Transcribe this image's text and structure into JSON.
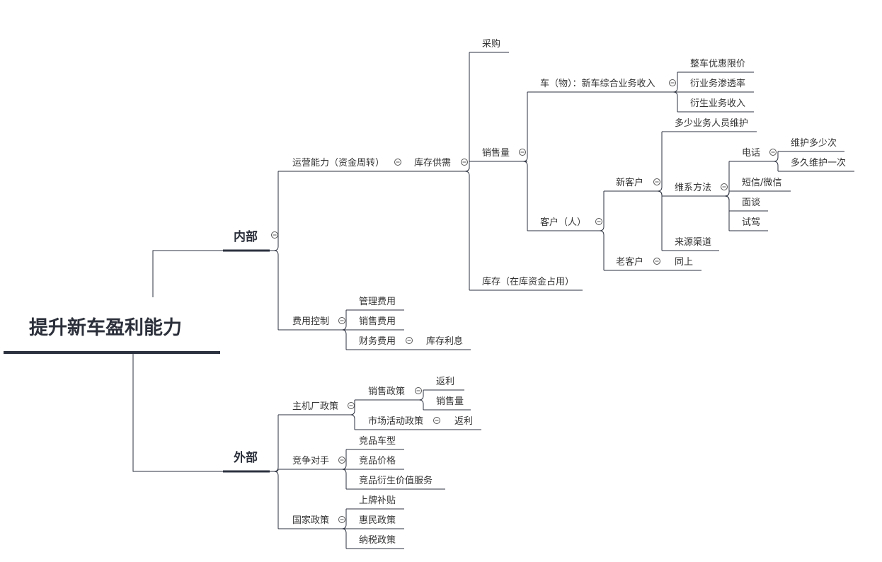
{
  "mindmap": {
    "root": {
      "id": "root",
      "text": "提升新车盈利能力",
      "children": [
        {
          "id": "internal",
          "text": "内部",
          "collapsible": true,
          "children": [
            {
              "id": "ops",
              "text": "运营能力（资金周转）",
              "collapsible": true,
              "children": [
                {
                  "id": "inv-supply",
                  "text": "库存供需",
                  "collapsible": true,
                  "children": [
                    {
                      "id": "purchase",
                      "text": "采购"
                    },
                    {
                      "id": "sales-volume",
                      "text": "销售量",
                      "collapsible": true,
                      "children": [
                        {
                          "id": "car",
                          "text": "车（物）：新车综合业务收入",
                          "collapsible": true,
                          "children": [
                            {
                              "id": "car-discount",
                              "text": "整车优惠限价"
                            },
                            {
                              "id": "car-penetration",
                              "text": "衍业务渗透率"
                            },
                            {
                              "id": "car-derivative",
                              "text": "衍生业务收入"
                            }
                          ]
                        },
                        {
                          "id": "customer",
                          "text": "客户（人）",
                          "collapsible": true,
                          "children": [
                            {
                              "id": "new-customer",
                              "text": "新客户",
                              "collapsible": true,
                              "children": [
                                {
                                  "id": "staff-maint",
                                  "text": "多少业务人员维护"
                                },
                                {
                                  "id": "maint-method",
                                  "text": "维系方法",
                                  "collapsible": true,
                                  "children": [
                                    {
                                      "id": "phone",
                                      "text": "电话",
                                      "collapsible": true,
                                      "children": [
                                        {
                                          "id": "phone-times",
                                          "text": "维护多少次"
                                        },
                                        {
                                          "id": "phone-interval",
                                          "text": "多久维护一次"
                                        }
                                      ]
                                    },
                                    {
                                      "id": "sms",
                                      "text": "短信/微信"
                                    },
                                    {
                                      "id": "interview",
                                      "text": "面谈"
                                    },
                                    {
                                      "id": "test-drive",
                                      "text": "试驾"
                                    }
                                  ]
                                },
                                {
                                  "id": "source",
                                  "text": "来源渠道"
                                }
                              ]
                            },
                            {
                              "id": "old-customer",
                              "text": "老客户",
                              "collapsible": true,
                              "children": [
                                {
                                  "id": "same",
                                  "text": "同上"
                                }
                              ]
                            }
                          ]
                        }
                      ]
                    },
                    {
                      "id": "stock",
                      "text": "库存（在库资金占用）"
                    }
                  ]
                }
              ]
            },
            {
              "id": "cost",
              "text": "费用控制",
              "collapsible": true,
              "children": [
                {
                  "id": "mgmt-fee",
                  "text": "管理费用"
                },
                {
                  "id": "sales-fee",
                  "text": "销售费用"
                },
                {
                  "id": "fin-fee",
                  "text": "财务费用",
                  "collapsible": true,
                  "children": [
                    {
                      "id": "inv-interest",
                      "text": "库存利息"
                    }
                  ]
                }
              ]
            }
          ]
        },
        {
          "id": "external",
          "text": "外部",
          "children": [
            {
              "id": "oem",
              "text": "主机厂政策",
              "collapsible": true,
              "children": [
                {
                  "id": "sales-policy",
                  "text": "销售政策",
                  "collapsible": true,
                  "children": [
                    {
                      "id": "rebate-1",
                      "text": "返利"
                    },
                    {
                      "id": "volume-2",
                      "text": "销售量"
                    }
                  ]
                },
                {
                  "id": "market-policy",
                  "text": "市场活动政策",
                  "collapsible": true,
                  "children": [
                    {
                      "id": "rebate-2",
                      "text": "返利"
                    }
                  ]
                }
              ]
            },
            {
              "id": "competitor",
              "text": "竞争对手",
              "collapsible": true,
              "children": [
                {
                  "id": "comp-model",
                  "text": "竞品车型"
                },
                {
                  "id": "comp-price",
                  "text": "竞品价格"
                },
                {
                  "id": "comp-service",
                  "text": "竞品衍生价值服务"
                }
              ]
            },
            {
              "id": "gov",
              "text": "国家政策",
              "collapsible": true,
              "children": [
                {
                  "id": "plate-subsidy",
                  "text": "上牌补贴"
                },
                {
                  "id": "benefit-policy",
                  "text": "惠民政策"
                },
                {
                  "id": "tax-policy",
                  "text": "纳税政策"
                }
              ]
            }
          ]
        }
      ]
    }
  }
}
